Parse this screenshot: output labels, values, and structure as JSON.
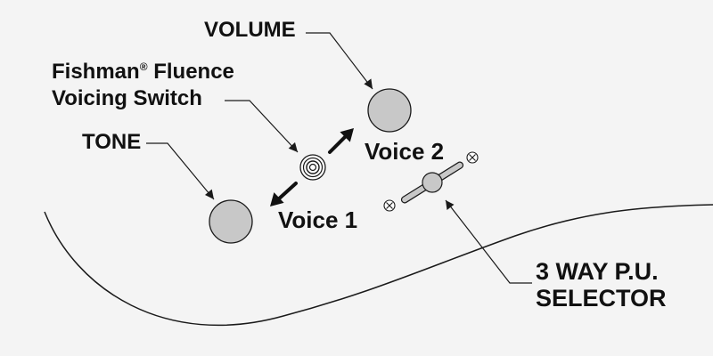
{
  "labels": {
    "volume": "VOLUME",
    "fishman_brand": "Fishman",
    "fishman_mark": "®",
    "fishman_rest": " Fluence",
    "voicing_switch": "Voicing Switch",
    "tone": "TONE",
    "voice1": "Voice 1",
    "voice2": "Voice 2",
    "selector_line1": "3 WAY P.U.",
    "selector_line2": "SELECTOR"
  },
  "colors": {
    "background": "#f4f4f4",
    "knob_fill": "#c8c8c8",
    "outline": "#1a1a1a"
  },
  "icons": {
    "voice1_arrow": "arrow-down-left-icon",
    "voice2_arrow": "arrow-up-right-icon",
    "screws": "screw-icon"
  }
}
